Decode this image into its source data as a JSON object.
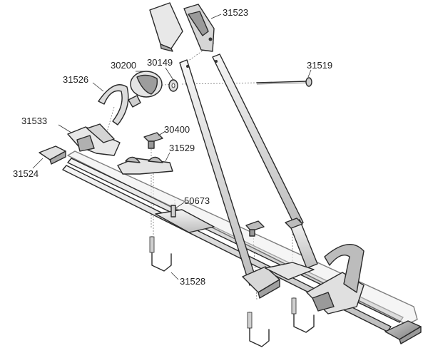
{
  "diagram": {
    "part_labels": {
      "p31523": "31523",
      "p31519": "31519",
      "p30149": "30149",
      "p30200": "30200",
      "p31526": "31526",
      "p31533": "31533",
      "p30400": "30400",
      "p31529": "31529",
      "p31524": "31524",
      "p50673": "50673",
      "p31528": "31528"
    },
    "colors": {
      "outline": "#2a2a2a",
      "part_light": "#e6e6e6",
      "part_mid": "#c4c4c4",
      "part_dark": "#8a8a8a"
    }
  }
}
